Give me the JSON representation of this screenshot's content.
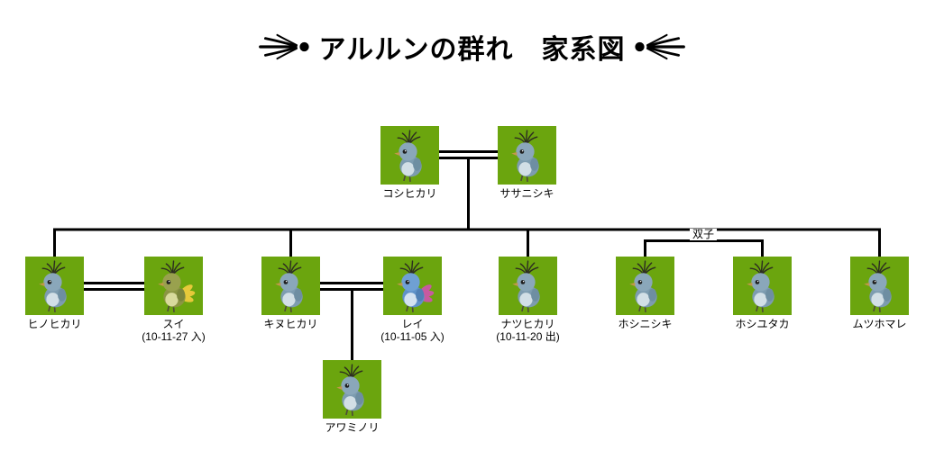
{
  "title": "アルルンの群れ　家系図",
  "twins_label": "双子",
  "colors": {
    "tile_green": "#6ba50e",
    "line_black": "#000000",
    "bird_blue_gray": "#7d9cb0",
    "bird_olive": "#8b9543",
    "bird_blue": "#5f92c8",
    "tail_yellow": "#e6c93a",
    "tail_pink": "#c75a9f"
  },
  "nodes": {
    "koshihikari": {
      "name": "コシヒカリ"
    },
    "sasanishiki": {
      "name": "ササニシキ"
    },
    "hinohikari": {
      "name": "ヒノヒカリ"
    },
    "sui": {
      "name": "スイ",
      "note": "(10-11-27 入)"
    },
    "kinuhikari": {
      "name": "キヌヒカリ"
    },
    "rei": {
      "name": "レイ",
      "note": "(10-11-05 入)"
    },
    "natsuhikari": {
      "name": "ナツヒカリ",
      "note": "(10-11-20 出)"
    },
    "hoshinishiki": {
      "name": "ホシニシキ"
    },
    "hoshiyutaka": {
      "name": "ホシユタカ"
    },
    "mutsuhomare": {
      "name": "ムツホマレ"
    },
    "awaminori": {
      "name": "アワミノリ"
    }
  }
}
